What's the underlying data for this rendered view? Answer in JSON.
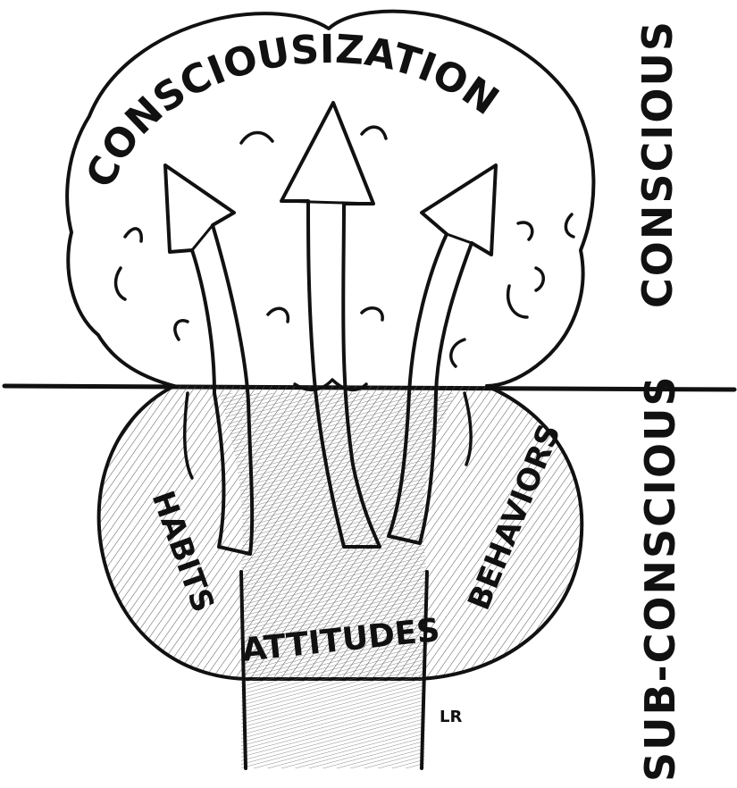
{
  "diagram": {
    "labels": {
      "top_arc": "CONSCIOUSIZATION",
      "conscious": "CONSCIOUS",
      "sub_conscious": "SUB-CONSCIOUS",
      "habits": "HABITS",
      "attitudes": "ATTITUDES",
      "behaviors": "BEHAVIORS",
      "signature": "LR"
    },
    "colors": {
      "ink": "#111111",
      "background": "#ffffff",
      "hatch": "#555555",
      "arrow_head": "#7a7a7a"
    }
  }
}
